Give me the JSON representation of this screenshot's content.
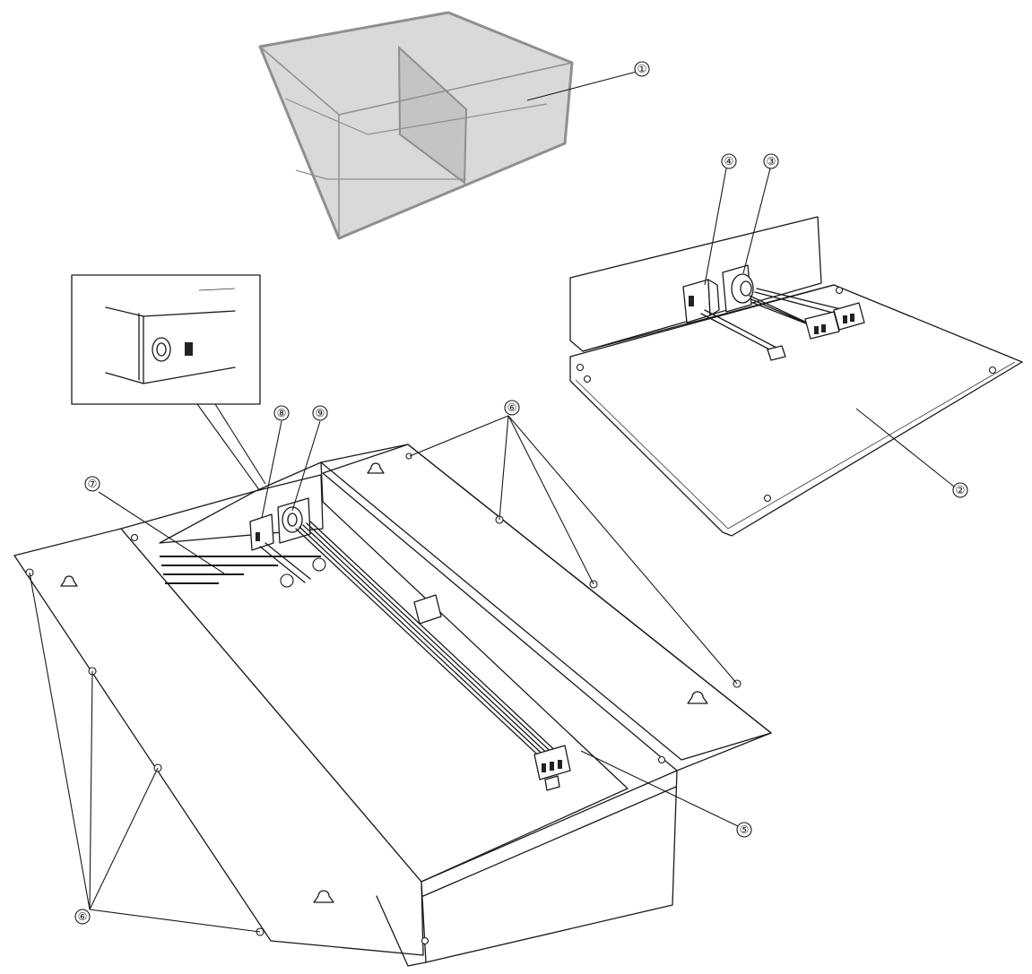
{
  "callouts": [
    {
      "id": "c1",
      "label": "①"
    },
    {
      "id": "c2",
      "label": "②"
    },
    {
      "id": "c3",
      "label": "③"
    },
    {
      "id": "c4",
      "label": "④"
    },
    {
      "id": "c5",
      "label": "⑤"
    },
    {
      "id": "c6a",
      "label": "⑥"
    },
    {
      "id": "c6b",
      "label": "⑥"
    },
    {
      "id": "c7",
      "label": "⑦"
    },
    {
      "id": "c8",
      "label": "⑧"
    },
    {
      "id": "c9",
      "label": "⑨"
    }
  ]
}
